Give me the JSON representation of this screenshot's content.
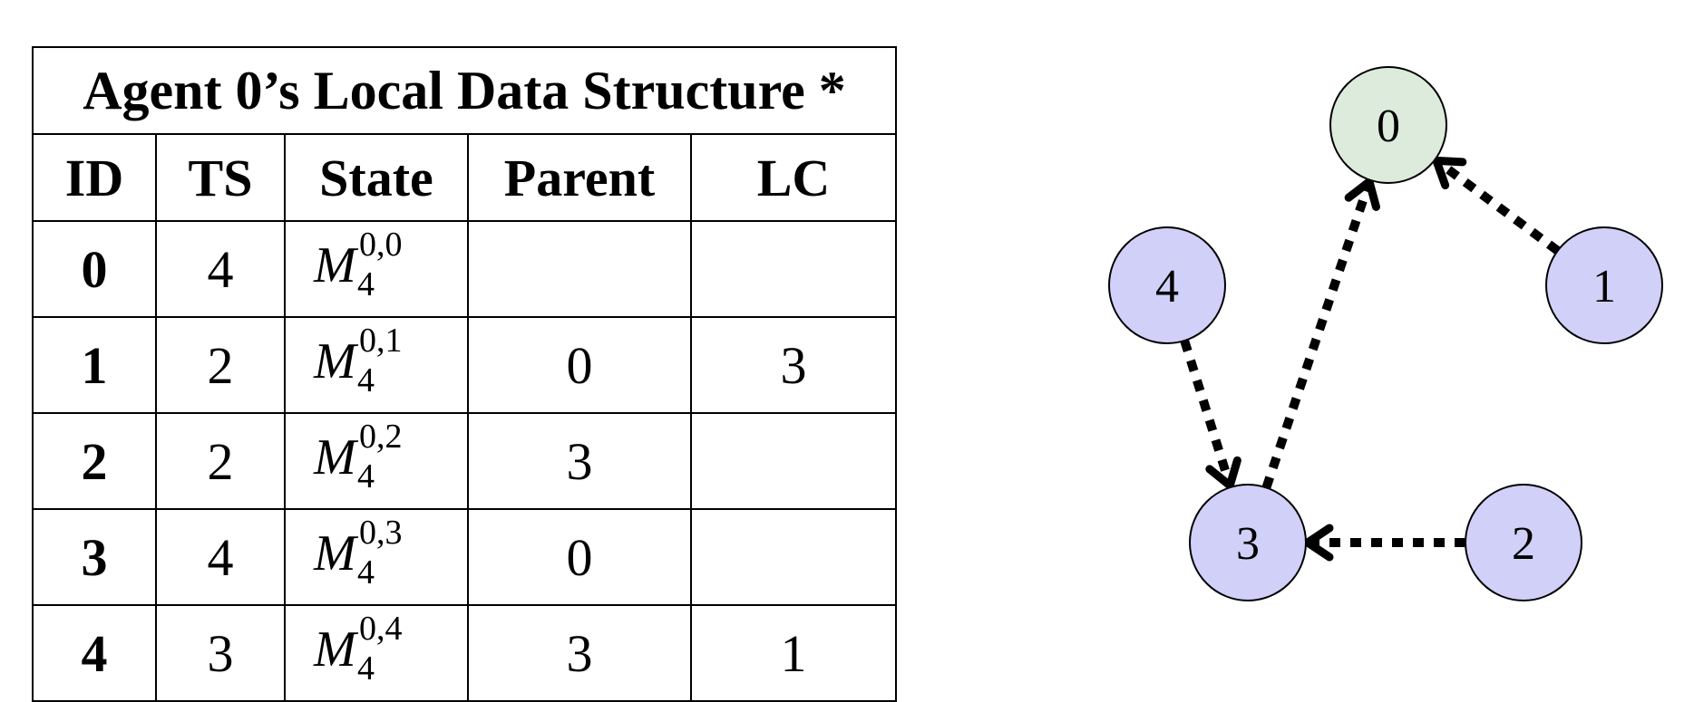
{
  "table": {
    "title": "Agent 0’s Local Data Structure *",
    "headers": [
      "ID",
      "TS",
      "State",
      "Parent",
      "LC"
    ],
    "state_symbol": "M",
    "rows": [
      {
        "id": "0",
        "ts": "4",
        "state_sup": "0,0",
        "state_sub": "4",
        "parent": "",
        "lc": ""
      },
      {
        "id": "1",
        "ts": "2",
        "state_sup": "0,1",
        "state_sub": "4",
        "parent": "0",
        "lc": "3"
      },
      {
        "id": "2",
        "ts": "2",
        "state_sup": "0,2",
        "state_sub": "4",
        "parent": "3",
        "lc": ""
      },
      {
        "id": "3",
        "ts": "4",
        "state_sup": "0,3",
        "state_sub": "4",
        "parent": "0",
        "lc": ""
      },
      {
        "id": "4",
        "ts": "3",
        "state_sup": "0,4",
        "state_sub": "4",
        "parent": "3",
        "lc": "1"
      }
    ]
  },
  "graph": {
    "colors": {
      "root_fill": "#dcebdc",
      "node_fill": "#d0d0f8",
      "stroke": "#000000"
    },
    "nodes": [
      {
        "label": "0",
        "role": "root"
      },
      {
        "label": "1",
        "role": "agent"
      },
      {
        "label": "2",
        "role": "agent"
      },
      {
        "label": "3",
        "role": "agent"
      },
      {
        "label": "4",
        "role": "agent"
      }
    ],
    "edges": [
      {
        "from": "1",
        "to": "0"
      },
      {
        "from": "3",
        "to": "0"
      },
      {
        "from": "2",
        "to": "3"
      },
      {
        "from": "4",
        "to": "3"
      }
    ]
  }
}
